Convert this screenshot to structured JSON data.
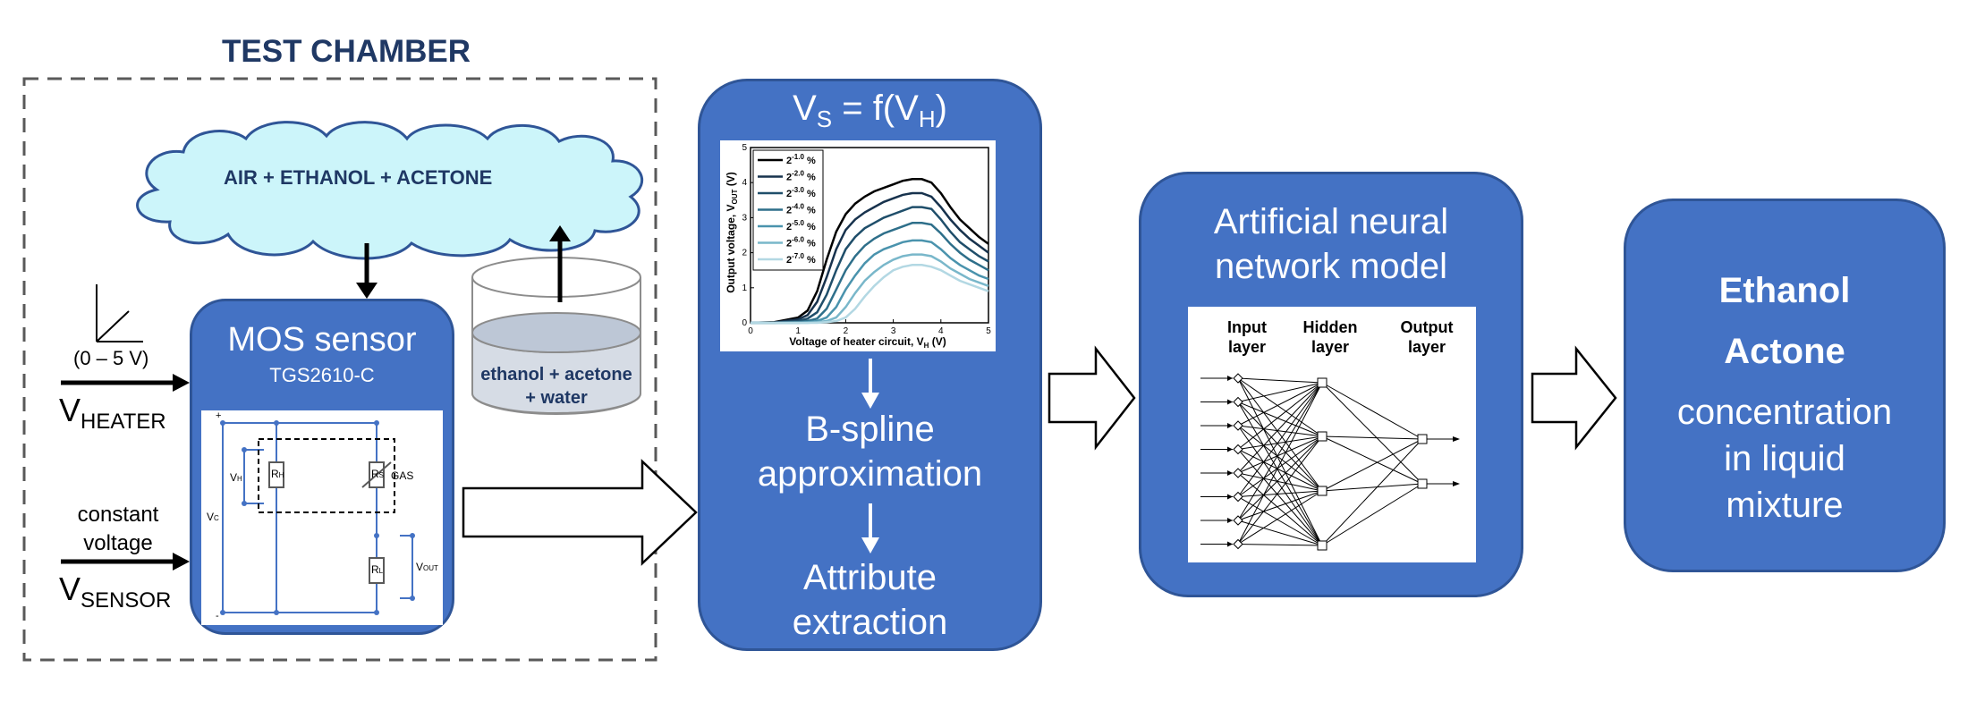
{
  "test_chamber": {
    "title": "TEST CHAMBER",
    "cloud_label": "AIR + ETHANOL + ACETONE",
    "liquid_line1": "ethanol + acetone",
    "liquid_line2": "+ water",
    "voltage_range": "(0 – 5 V)",
    "heater_label": "V",
    "heater_sub": "HEATER",
    "constant_line1": "constant",
    "constant_line2": "voltage",
    "sensor_label": "V",
    "sensor_sub": "SENSOR"
  },
  "mos_sensor": {
    "title": "MOS sensor",
    "model": "TGS2610-C",
    "circuit": {
      "vc": "V",
      "vc_sub": "C",
      "vh": "V",
      "vh_sub": "H",
      "rh": "R",
      "rh_sub": "H",
      "rs": "R",
      "rs_sub": "S",
      "gas": "GAS",
      "rl": "R",
      "rl_sub": "L",
      "vout": "V",
      "vout_sub": "OUT",
      "plus": "+",
      "minus": "-"
    }
  },
  "processing": {
    "title_v": "V",
    "title_s": "S",
    "title_mid": " = f(V",
    "title_h": "H",
    "title_end": ")",
    "bspline_line1": "B-spline",
    "bspline_line2": "approximation",
    "attribute_line1": "Attribute",
    "attribute_line2": "extraction"
  },
  "chart_data": {
    "type": "line",
    "xlabel": "Voltage of heater circuit, V",
    "xlabel_sub": "H",
    "xlabel_end": " (V)",
    "ylabel": "Output voltage,  V",
    "ylabel_sub": "OUT",
    "ylabel_end": " (V)",
    "xlim": [
      0,
      5
    ],
    "ylim": [
      0,
      5
    ],
    "x_ticks": [
      "0",
      "1",
      "2",
      "3",
      "4",
      "5"
    ],
    "y_ticks": [
      "0",
      "1",
      "2",
      "3",
      "4",
      "5"
    ],
    "legend_position": "top-left",
    "x": [
      0,
      0.5,
      1.0,
      1.2,
      1.4,
      1.6,
      1.8,
      2.0,
      2.2,
      2.4,
      2.6,
      2.8,
      3.0,
      3.2,
      3.4,
      3.6,
      3.8,
      4.0,
      4.2,
      4.4,
      4.6,
      4.8,
      5.0
    ],
    "series": [
      {
        "name_base": "2",
        "name_exp": "-1.0",
        "name_unit": " %",
        "color": "#000000",
        "values": [
          0.0,
          0.02,
          0.15,
          0.35,
          0.9,
          1.8,
          2.6,
          3.1,
          3.4,
          3.6,
          3.75,
          3.85,
          3.95,
          4.05,
          4.1,
          4.1,
          4.0,
          3.7,
          3.3,
          2.95,
          2.7,
          2.45,
          2.25
        ]
      },
      {
        "name_base": "2",
        "name_exp": "-2.0",
        "name_unit": " %",
        "color": "#17324d",
        "values": [
          0.0,
          0.01,
          0.1,
          0.22,
          0.6,
          1.3,
          2.1,
          2.65,
          2.95,
          3.15,
          3.3,
          3.45,
          3.55,
          3.65,
          3.7,
          3.7,
          3.6,
          3.3,
          2.95,
          2.65,
          2.4,
          2.2,
          2.0
        ]
      },
      {
        "name_base": "2",
        "name_exp": "-3.0",
        "name_unit": " %",
        "color": "#1f4e6a",
        "values": [
          0.0,
          0.0,
          0.05,
          0.12,
          0.3,
          0.8,
          1.5,
          2.1,
          2.45,
          2.7,
          2.85,
          3.0,
          3.1,
          3.2,
          3.3,
          3.3,
          3.25,
          2.95,
          2.6,
          2.3,
          2.1,
          1.9,
          1.75
        ]
      },
      {
        "name_base": "2",
        "name_exp": "-4.0",
        "name_unit": " %",
        "color": "#2e6f8a",
        "values": [
          0.0,
          0.0,
          0.02,
          0.05,
          0.12,
          0.4,
          0.95,
          1.5,
          1.9,
          2.2,
          2.4,
          2.55,
          2.65,
          2.75,
          2.85,
          2.85,
          2.8,
          2.55,
          2.25,
          2.0,
          1.8,
          1.65,
          1.5
        ]
      },
      {
        "name_base": "2",
        "name_exp": "-5.0",
        "name_unit": " %",
        "color": "#4a93ad",
        "values": [
          0.0,
          0.0,
          0.0,
          0.02,
          0.05,
          0.15,
          0.45,
          0.95,
          1.35,
          1.7,
          1.95,
          2.1,
          2.2,
          2.3,
          2.35,
          2.35,
          2.3,
          2.1,
          1.85,
          1.65,
          1.5,
          1.35,
          1.25
        ]
      },
      {
        "name_base": "2",
        "name_exp": "-6.0",
        "name_unit": " %",
        "color": "#79b7ca",
        "values": [
          0.0,
          0.0,
          0.0,
          0.0,
          0.02,
          0.05,
          0.15,
          0.45,
          0.85,
          1.2,
          1.45,
          1.65,
          1.8,
          1.9,
          1.95,
          1.95,
          1.9,
          1.75,
          1.55,
          1.4,
          1.25,
          1.15,
          1.05
        ]
      },
      {
        "name_base": "2",
        "name_exp": "-7.0",
        "name_unit": " %",
        "color": "#b3d8e3",
        "values": [
          0.0,
          0.0,
          0.0,
          0.0,
          0.0,
          0.02,
          0.05,
          0.15,
          0.4,
          0.75,
          1.05,
          1.3,
          1.5,
          1.6,
          1.65,
          1.65,
          1.6,
          1.5,
          1.35,
          1.2,
          1.1,
          1.0,
          0.9
        ]
      }
    ]
  },
  "ann": {
    "title_line1": "Artificial neural",
    "title_line2": "network model",
    "input_line1": "Input",
    "input_line2": "layer",
    "hidden_line1": "Hidden",
    "hidden_line2": "layer",
    "output_line1": "Output",
    "output_line2": "layer"
  },
  "result": {
    "ethanol": "Ethanol",
    "actone": "Actone",
    "line1": "concentration",
    "line2": "in liquid",
    "line3": "mixture"
  },
  "colors": {
    "box_fill": "#4472c4",
    "box_border": "#2f5597",
    "cloud_fill": "#ccf5fa",
    "cloud_border": "#2f5597",
    "title_color": "#1f3864"
  }
}
